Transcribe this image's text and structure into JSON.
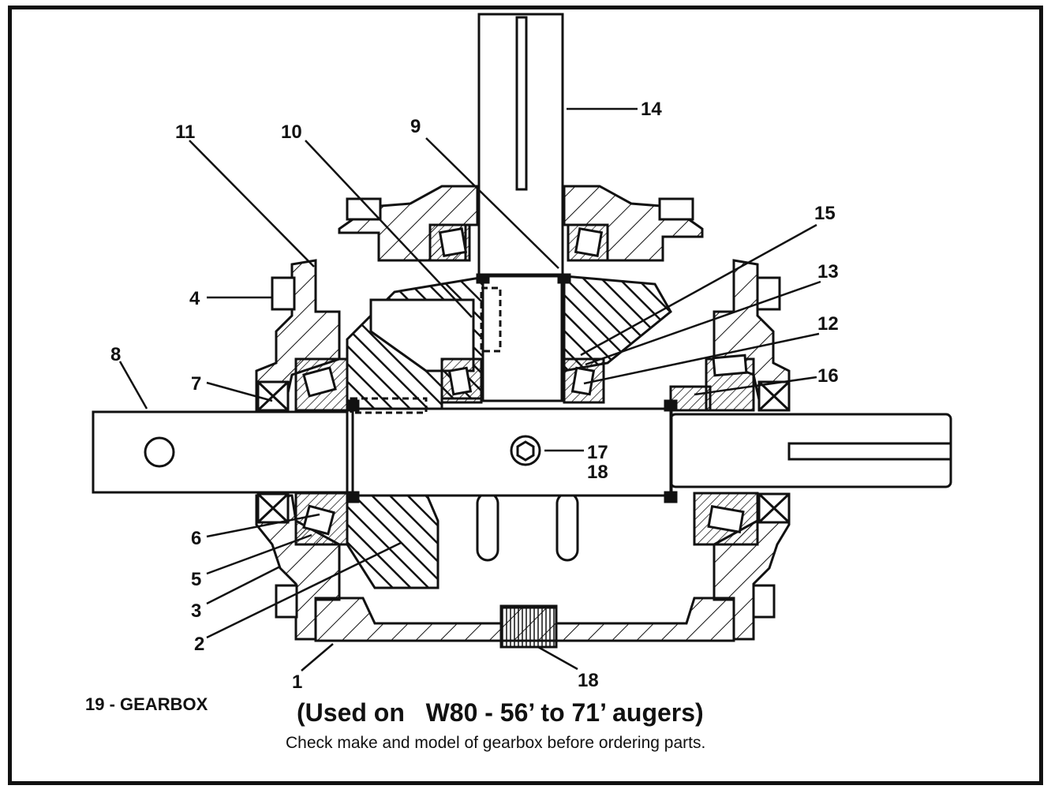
{
  "diagram": {
    "callouts": [
      {
        "id": "c14",
        "label": "14"
      },
      {
        "id": "c11",
        "label": "11"
      },
      {
        "id": "c10",
        "label": "10"
      },
      {
        "id": "c9",
        "label": "9"
      },
      {
        "id": "c15",
        "label": "15"
      },
      {
        "id": "c13",
        "label": "13"
      },
      {
        "id": "c12",
        "label": "12"
      },
      {
        "id": "c4",
        "label": "4"
      },
      {
        "id": "c8",
        "label": "8"
      },
      {
        "id": "c7",
        "label": "7"
      },
      {
        "id": "c16",
        "label": "16"
      },
      {
        "id": "c17",
        "label": "17"
      },
      {
        "id": "c18a",
        "label": "18"
      },
      {
        "id": "c6",
        "label": "6"
      },
      {
        "id": "c5",
        "label": "5"
      },
      {
        "id": "c3",
        "label": "3"
      },
      {
        "id": "c2",
        "label": "2"
      },
      {
        "id": "c1",
        "label": "1"
      },
      {
        "id": "c18b",
        "label": "18"
      }
    ]
  },
  "caption": {
    "part_title": "19 - GEARBOX",
    "used_on": "(Used on   W80 - 56’ to 71’ augers)",
    "note": "Check make and model of gearbox before ordering parts."
  }
}
